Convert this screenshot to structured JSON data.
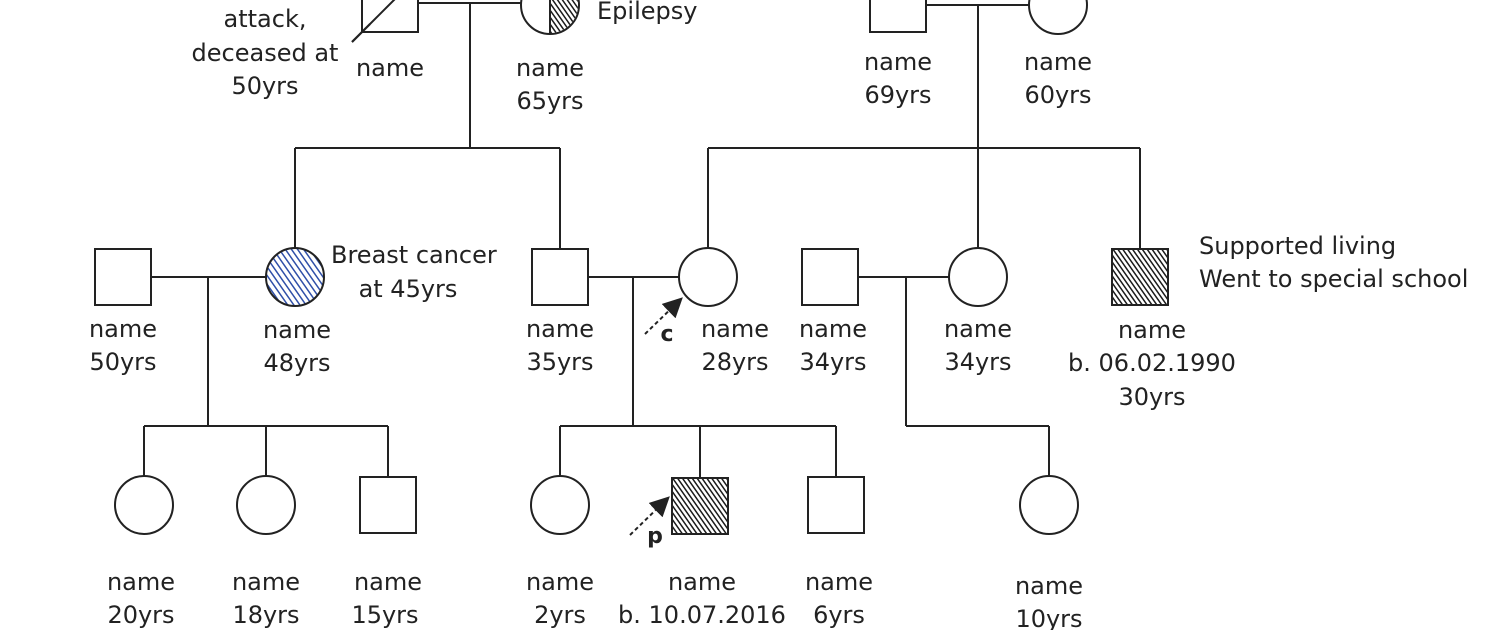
{
  "colors": {
    "line": "#222222",
    "blue_hatch": "#2f4fa8",
    "black_hatch": "#1a1a1a"
  },
  "gen1": {
    "pgf_note": [
      "attack,",
      "deceased at",
      "50yrs"
    ],
    "pgf_name": "name",
    "pgm_condition": "Epilepsy",
    "pgm_name": "name",
    "pgm_age": "65yrs",
    "mgf_name": "name",
    "mgf_age": "69yrs",
    "mgm_name": "name",
    "mgm_age": "60yrs"
  },
  "gen2": {
    "uncle_name": "name",
    "uncle_age": "50yrs",
    "aunt_condition": [
      "Breast cancer",
      "at 45yrs"
    ],
    "aunt_name": "name",
    "aunt_age": "48yrs",
    "father_name": "name",
    "father_age": "35yrs",
    "consultand_marker": "c",
    "mother_name": "name",
    "mother_age": "28yrs",
    "maunt_husband_name": "name",
    "maunt_husband_age": "34yrs",
    "maunt_name": "name",
    "maunt_age": "34yrs",
    "muncle_name": "name",
    "muncle_dob": "b. 06.02.1990",
    "muncle_age": "30yrs",
    "muncle_note": [
      "Supported living",
      "Went to special school"
    ]
  },
  "gen3": {
    "cousin1_name": "name",
    "cousin1_age": "20yrs",
    "cousin2_name": "name",
    "cousin2_age": "18yrs",
    "cousin3_name": "name",
    "cousin3_age": "15yrs",
    "sister_name": "name",
    "sister_age": "2yrs",
    "proband_marker": "p",
    "proband_name": "name",
    "proband_dob": "b. 10.07.2016",
    "brother_name": "name",
    "brother_age": "6yrs",
    "cousin4_name": "name",
    "cousin4_age": "10yrs"
  }
}
